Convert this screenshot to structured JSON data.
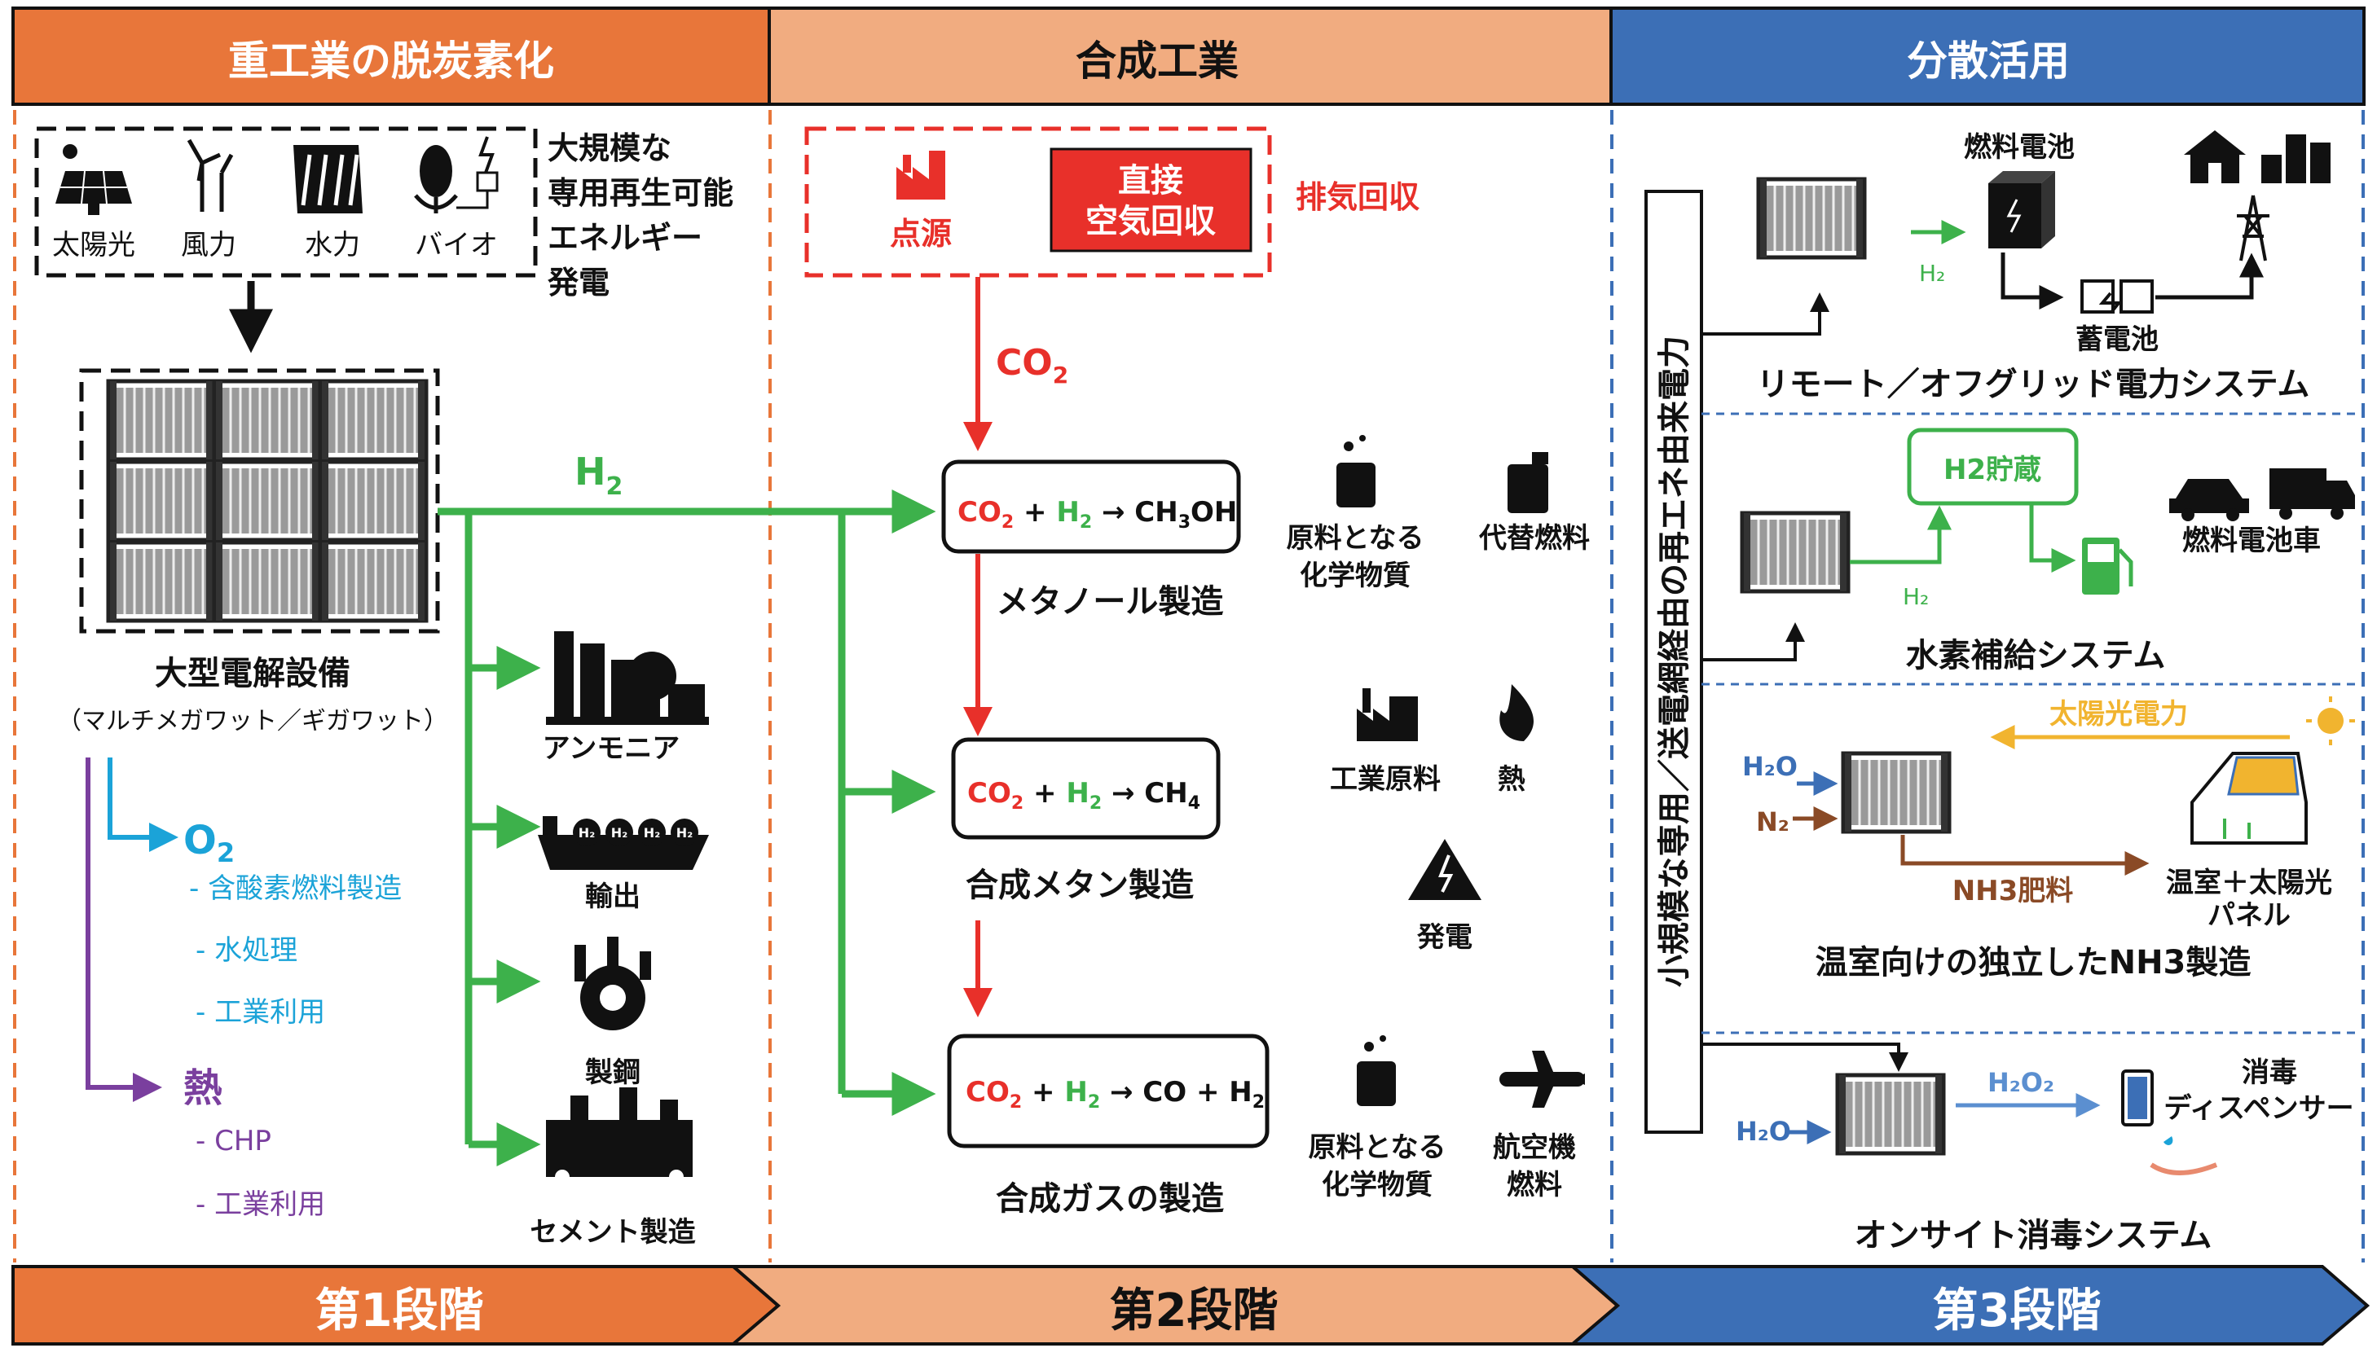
{
  "headers": {
    "col1": "重工業の脱炭素化",
    "col2": "合成工業",
    "col3": "分散活用"
  },
  "footers": {
    "stage1": "第1段階",
    "stage2": "第2段階",
    "stage3": "第3段階"
  },
  "colors": {
    "orange_dark": "#e8763a",
    "orange_light": "#f1ac80",
    "blue": "#3c6fb6",
    "green": "#3db14b",
    "red": "#e8302a",
    "cyan": "#1ba3d8",
    "purple": "#7a3f9e",
    "brown": "#8a4a26",
    "gold": "#f1b42f"
  },
  "stage1": {
    "renewables": [
      "太陽光",
      "風力",
      "水力",
      "バイオ"
    ],
    "renewables_desc": [
      "大規模な",
      "専用再生可能",
      "エネルギー",
      "発電"
    ],
    "electrolysis_title": "大型電解設備",
    "electrolysis_sub": "（マルチメガワット／ギガワット）",
    "o2_label": "O",
    "o2_sub": "2",
    "o2_uses": [
      "- 含酸素燃料製造",
      "- 水処理",
      "- 工業利用"
    ],
    "heat_label": "熱",
    "heat_uses": [
      "- CHP",
      "- 工業利用"
    ],
    "h2_label": "H",
    "h2_sub": "2",
    "industries": [
      "アンモニア",
      "輸出",
      "製鋼",
      "セメント製造"
    ]
  },
  "stage2": {
    "point_source": "点源",
    "dac": [
      "直接",
      "空気回収"
    ],
    "exhaust_capture": "排気回収",
    "co2_label": "CO",
    "co2_sub": "2",
    "processes": [
      {
        "name": "メタノール製造",
        "outputs": [
          "原料となる\n化学物質",
          "代替燃料"
        ]
      },
      {
        "name": "合成メタン製造",
        "outputs": [
          "工業原料",
          "熱",
          "発電"
        ]
      },
      {
        "name": "合成ガスの製造",
        "outputs": [
          "原料となる\n化学物質",
          "航空機\n燃料"
        ]
      }
    ]
  },
  "stage3": {
    "vertical_label": "小規模な専用／送電網経由の再エネ由来電力",
    "remote": {
      "fuel_cell": "燃料電池",
      "battery": "蓄電池",
      "title": "リモート／オフグリッド電力システム"
    },
    "refuel": {
      "storage": "H2貯蔵",
      "vehicle": "燃料電池車",
      "title": "水素補給システム"
    },
    "nh3": {
      "solar_power": "太陽光電力",
      "fertilizer": "NH3肥料",
      "greenhouse": [
        "温室＋太陽光",
        "パネル"
      ],
      "title": "温室向けの独立したNH3製造"
    },
    "disinfection": {
      "dispenser": [
        "消毒",
        "ディスペンサー"
      ],
      "title": "オンサイト消毒システム"
    }
  }
}
